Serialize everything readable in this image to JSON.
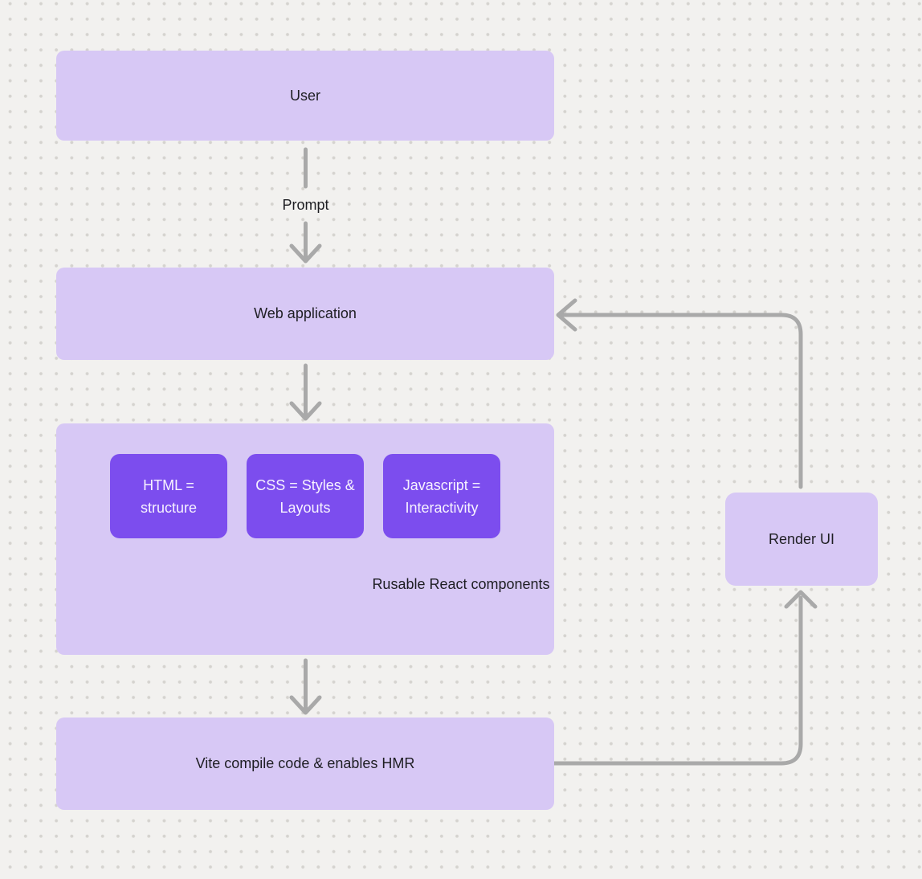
{
  "diagram": {
    "type": "flowchart",
    "colors": {
      "background": "#f2f1ef",
      "dot_grid": "#d5d3cf",
      "node_fill": "#d7c8f5",
      "accent_node_fill": "#7c4dee",
      "connector": "#a9a9a9",
      "text_dark": "#1e1e23",
      "text_light": "#f7f2ff"
    },
    "nodes": {
      "user": {
        "label": "User"
      },
      "web_application": {
        "label": "Web application"
      },
      "components": {
        "caption": "Rusable React components",
        "items": [
          {
            "label": "HTML = structure"
          },
          {
            "label": "CSS = Styles & Layouts"
          },
          {
            "label": "Javascript = Interactivity"
          }
        ]
      },
      "vite": {
        "label": "Vite compile code & enables HMR"
      },
      "render_ui": {
        "label": "Render UI"
      }
    },
    "edges": {
      "user_to_webapp_label": "Prompt"
    }
  }
}
